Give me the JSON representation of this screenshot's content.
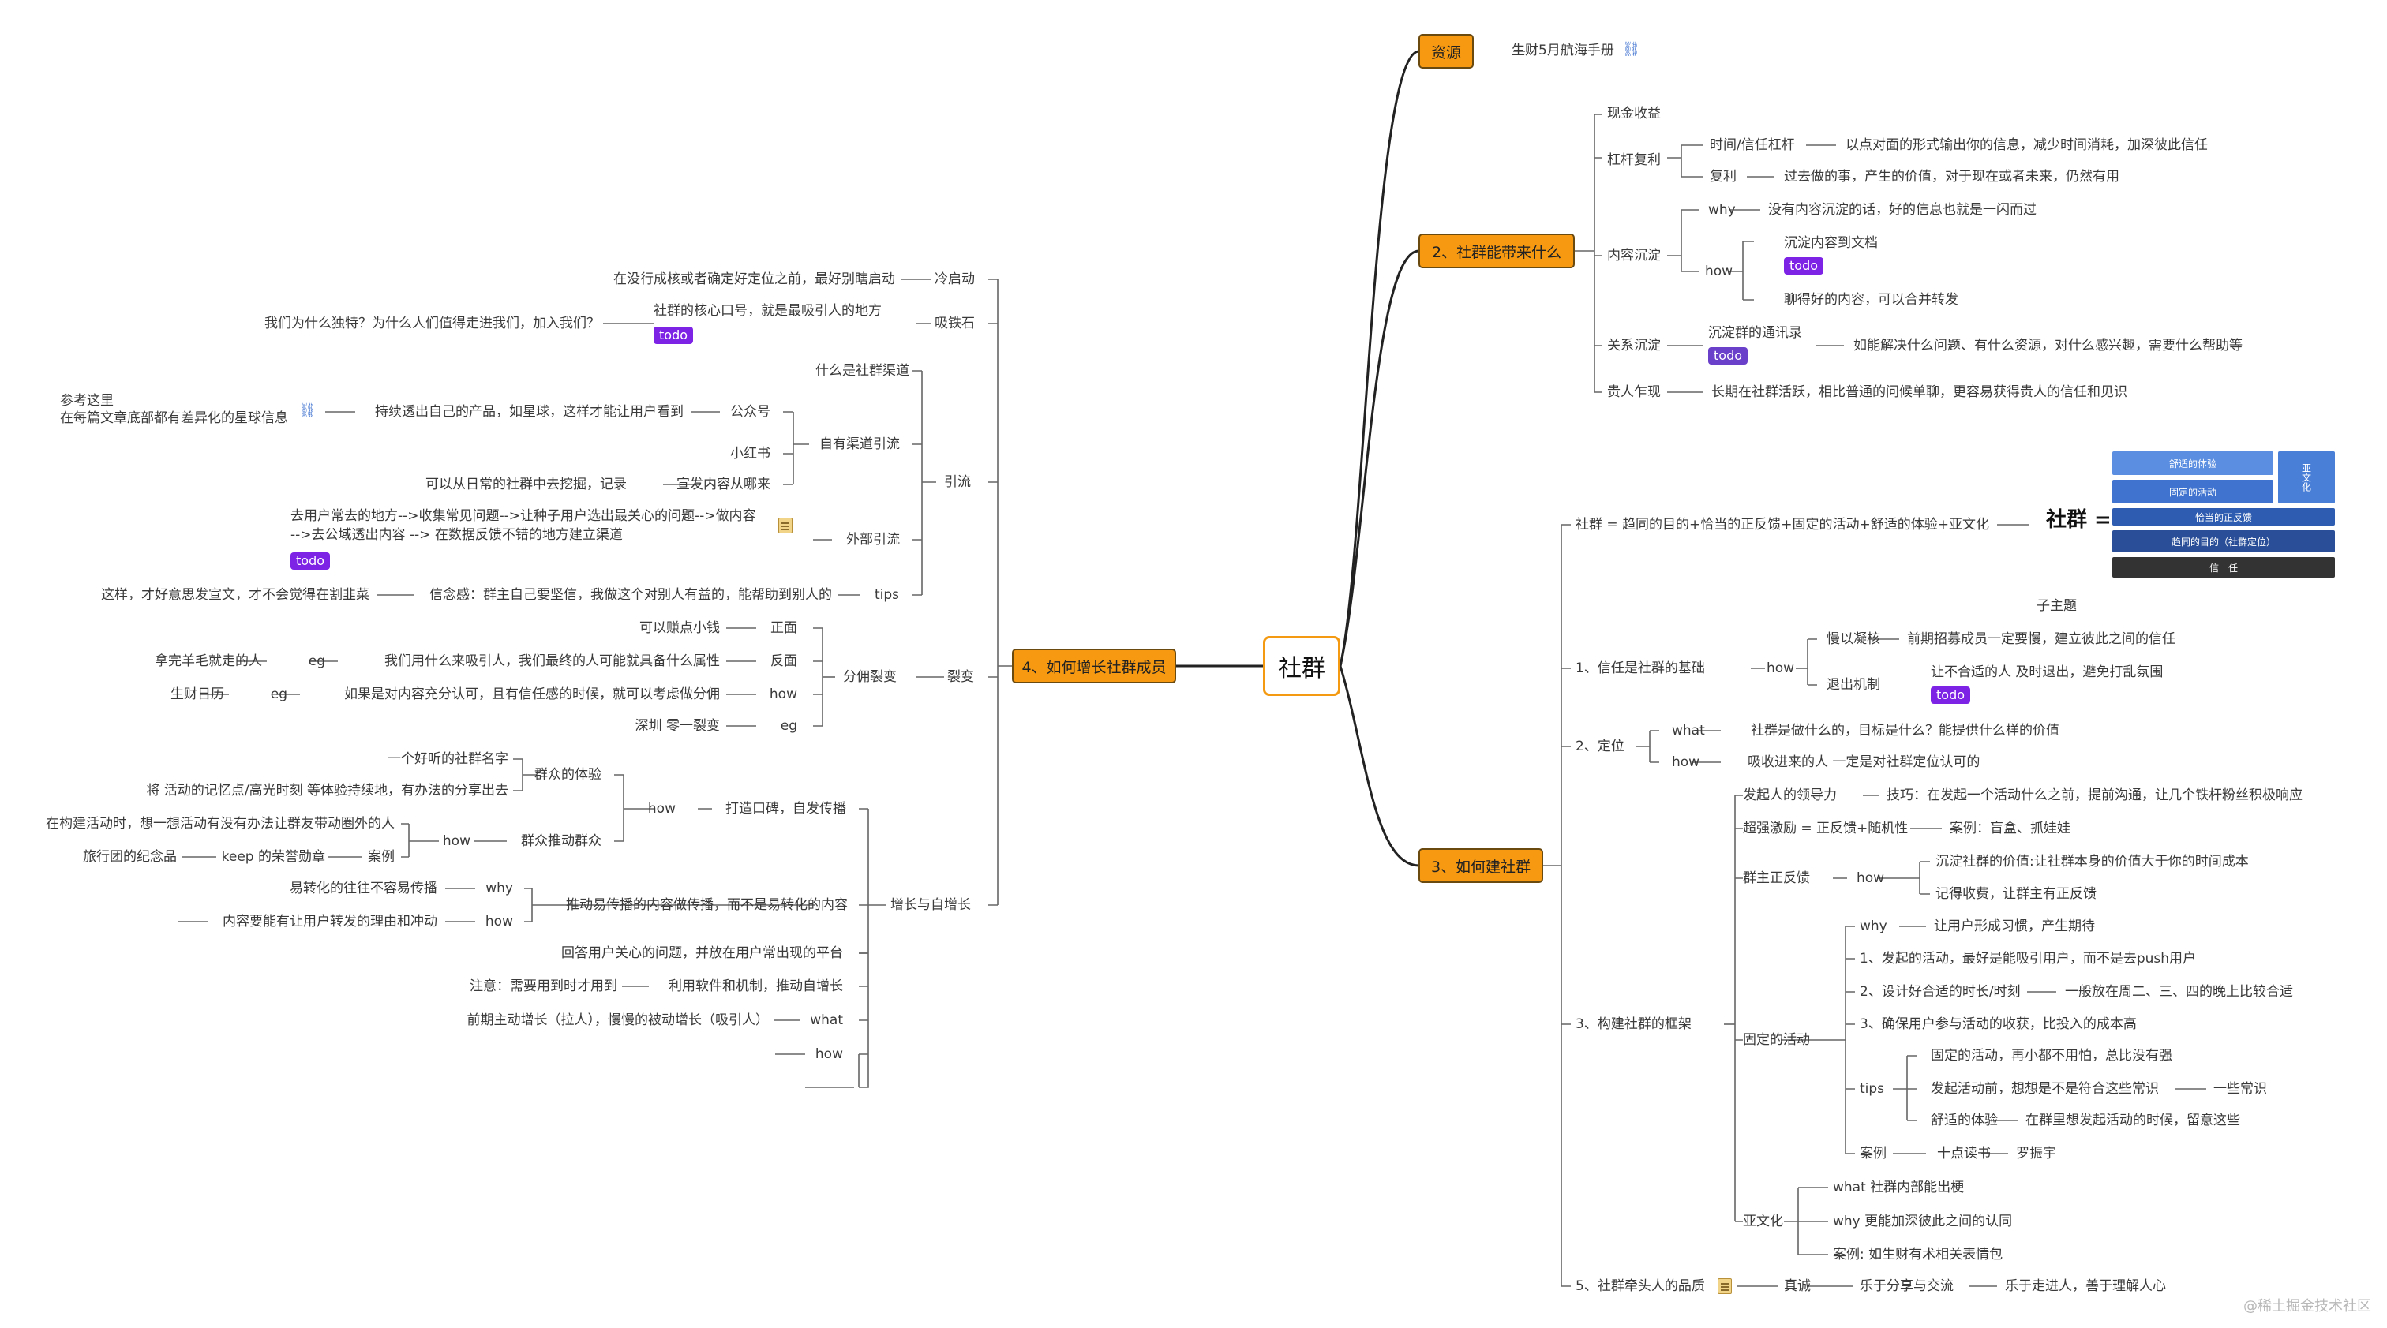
{
  "root": "社群",
  "branches": {
    "resource": "资源",
    "benefit": "2、社群能带来什么",
    "build": "3、如何建社群",
    "grow": "4、如何增长社群成员"
  },
  "resource": {
    "item": "生财5月航海手册"
  },
  "benefit": {
    "cash": "现金收益",
    "leverage": "杠杆复利",
    "time_leverage": "时间/信任杠杆",
    "time_leverage_desc": "以点对面的形式输出你的信息，减少时间消耗，加深彼此信任",
    "compound": "复利",
    "compound_desc": "过去做的事，产生的价值，对于现在或者未来，仍然有用",
    "content": "内容沉淀",
    "why": "why",
    "why_desc": "没有内容沉淀的话，好的信息也就是一闪而过",
    "how": "how",
    "doc": "沉淀内容到文档",
    "todo1": "todo",
    "chat": "聊得好的内容，可以合并转发",
    "relation": "关系沉淀",
    "roster": "沉淀群的通讯录",
    "todo2": "todo",
    "roster_desc": "如能解决什么问题、有什么资源，对什么感兴趣，需要什么帮助等",
    "noble": "贵人乍现",
    "noble_desc": "长期在社群活跃，相比普通的问候单聊，更容易获得贵人的信任和见识"
  },
  "build": {
    "formula": "社群 = 趋同的目的+恰当的正反馈+固定的活动+舒适的体验+亚文化",
    "formula_label": "社群 =",
    "pyramid": {
      "comfort": "舒适的体验",
      "activity": "固定的活动",
      "subculture": "亚文化",
      "feedback": "恰当的正反馈",
      "goal": "趋同的目的（社群定位）",
      "trust": "信　任"
    },
    "sub_topic": "子主题",
    "trust_base": "1、信任是社群的基础",
    "trust_how": "how",
    "slow": "慢以凝核",
    "slow_desc": "前期招募成员一定要慢，建立彼此之间的信任",
    "exit": "退出机制",
    "exit_desc": "让不合适的人 及时退出，避免打乱氛围",
    "todo3": "todo",
    "position": "2、定位",
    "pos_what": "what",
    "pos_what_desc": "社群是做什么的，目标是什么？能提供什么样的价值",
    "pos_how": "how",
    "pos_how_desc": "吸收进来的人 一定是对社群定位认可的",
    "framework": "3、构建社群的框架",
    "leader": "发起人的领导力",
    "leader_desc": "技巧：在发起一个活动什么之前，提前沟通，让几个铁杆粉丝积极响应",
    "incentive": "超强激励 = 正反馈+随机性",
    "incentive_desc": "案例：盲盒、抓娃娃",
    "positive": "群主正反馈",
    "positive_how": "how",
    "positive_1": "沉淀社群的价值:让社群本身的价值大于你的时间成本",
    "positive_2": "记得收费，让群主有正反馈",
    "fixed": "固定的活动",
    "fixed_why": "why",
    "fixed_why_desc": "让用户形成习惯，产生期待",
    "fixed_1": "1、发起的活动，最好是能吸引用户，而不是去push用户",
    "fixed_2": "2、设计好合适的时长/时刻",
    "fixed_2_desc": "一般放在周二、三、四的晚上比较合适",
    "fixed_3": "3、确保用户参与活动的收获，比投入的成本高",
    "tips": "tips",
    "tips_1": "固定的活动，再小都不用怕，总比没有强",
    "tips_2": "发起活动前，想想是不是符合这些常识",
    "tips_2_desc": "一些常识",
    "tips_3": "舒适的体验",
    "tips_3_desc": "在群里想发起活动的时候，留意这些",
    "case": "案例",
    "case_1": "十点读书",
    "case_2": "罗振宇",
    "subculture": "亚文化",
    "sub_what": "what  社群内部能出梗",
    "sub_why": "why 更能加深彼此之间的认同",
    "sub_case": "案例:   如生财有术相关表情包",
    "quality": "5、社群牵头人的品质",
    "sincere": "真诚",
    "share": "乐于分享与交流",
    "open": "乐于走进人，善于理解人心"
  },
  "grow": {
    "cold": "冷启动",
    "cold_desc": "在没行成核或者确定好定位之前，最好别瞎启动",
    "magnet": "吸铁石",
    "magnet_desc": "社群的核心口号，就是最吸引人的地方",
    "todo4": "todo",
    "magnet_q": "我们为什么独特？为什么人们值得走进我们，加入我们？",
    "traffic": "引流",
    "what_channel": "什么是社群渠道",
    "own": "自有渠道引流",
    "wechat": "公众号",
    "wechat_desc": "持续透出自己的产品，如星球，这样才能让用户看到",
    "ref1": "参考这里",
    "ref2": "在每篇文章底部都有差异化的星球信息",
    "xhs": "小红书",
    "promo": "宣发内容从哪来",
    "promo_desc": "可以从日常的社群中去挖掘，记录",
    "external": "外部引流",
    "ext_1": "去用户常去的地方-->收集常见问题-->让种子用户选出最关心的问题-->做内容",
    "ext_2": "-->去公域透出内容 --> 在数据反馈不错的地方建立渠道",
    "todo5": "todo",
    "tips": "tips",
    "tips_desc": "信念感：群主自己要坚信，我做这个对别人有益的，能帮助到别人的",
    "tips_tail": "这样，才好意思发宣文，才不会觉得在割韭菜",
    "fission": "裂变",
    "split": "分佣裂变",
    "pos": "正面",
    "pos_desc": "可以赚点小钱",
    "neg": "反面",
    "neg_desc": "我们用什么来吸引人，我们最终的人可能就具备什么属性",
    "eg1": "eg",
    "eg1_desc": "拿完羊毛就走的人",
    "f_how": "how",
    "f_how_desc": "如果是对内容充分认可，且有信任感的时候，就可以考虑做分佣",
    "eg2": "eg",
    "eg2_desc": "生财日历",
    "eg3": "eg",
    "eg3_desc": "深圳 零一裂变",
    "growth": "增长与自增长",
    "brand": "打造口碑，自发传播",
    "b_how": "how",
    "experience": "群众的体验",
    "exp_1": "一个好听的社群名字",
    "exp_2": "将 活动的记忆点/高光时刻 等体验持续地，有办法的分享出去",
    "push": "群众推动群众",
    "push_how": "how",
    "push_how_desc": "在构建活动时，想一想活动有没有办法让群友带动圈外的人",
    "push_case": "案例",
    "push_case_desc": "keep 的荣誉勋章",
    "push_case_2": "旅行团的纪念品",
    "spread": "推动易传播的内容做传播，而不是易转化的内容",
    "s_why": "why",
    "s_why_desc": "易转化的往往不容易传播",
    "s_how": "how",
    "s_how_desc": "内容要能有让用户转发的理由和冲动",
    "answer": "回答用户关心的问题，并放在用户常出现的平台",
    "software": "利用软件和机制，推动自增长",
    "software_note": "注意：需要用到时才用到",
    "what": "what",
    "what_desc": "前期主动增长（拉人），慢慢的被动增长（吸引人）",
    "how": "how"
  },
  "watermark": "@稀土掘金技术社区",
  "colors": {
    "branch": "#f79a12",
    "todo": "#7d23e6",
    "pyramid": "#2f5fae",
    "line": "#555555"
  }
}
